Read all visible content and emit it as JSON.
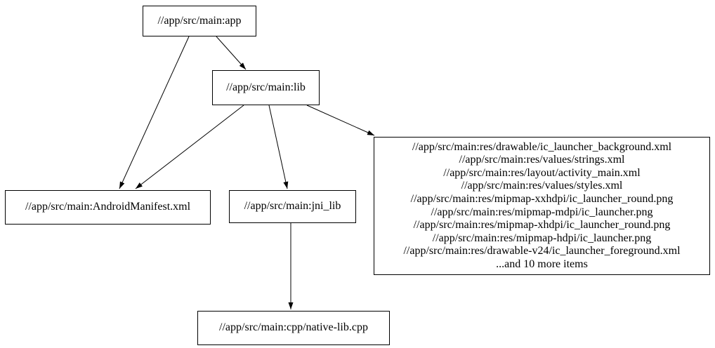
{
  "diagram": {
    "type": "dependency-graph",
    "colors": {
      "background": "#ffffff",
      "node_border": "#000000",
      "text": "#000000",
      "edge": "#000000"
    },
    "nodes": [
      {
        "id": "app",
        "label": "//app/src/main:app"
      },
      {
        "id": "lib",
        "label": "//app/src/main:lib"
      },
      {
        "id": "android_manifest",
        "label": "//app/src/main:AndroidManifest.xml"
      },
      {
        "id": "jni_lib",
        "label": "//app/src/main:jni_lib"
      },
      {
        "id": "res_group",
        "lines": [
          "//app/src/main:res/drawable/ic_launcher_background.xml",
          "//app/src/main:res/values/strings.xml",
          "//app/src/main:res/layout/activity_main.xml",
          "//app/src/main:res/values/styles.xml",
          "//app/src/main:res/mipmap-xxhdpi/ic_launcher_round.png",
          "//app/src/main:res/mipmap-mdpi/ic_launcher.png",
          "//app/src/main:res/mipmap-xhdpi/ic_launcher_round.png",
          "//app/src/main:res/mipmap-hdpi/ic_launcher.png",
          "//app/src/main:res/drawable-v24/ic_launcher_foreground.xml",
          "...and 10 more items"
        ]
      },
      {
        "id": "native_lib_cpp",
        "label": "//app/src/main:cpp/native-lib.cpp"
      }
    ],
    "edges": [
      {
        "from": "app",
        "to": "lib"
      },
      {
        "from": "app",
        "to": "android_manifest"
      },
      {
        "from": "lib",
        "to": "android_manifest"
      },
      {
        "from": "lib",
        "to": "jni_lib"
      },
      {
        "from": "lib",
        "to": "res_group"
      },
      {
        "from": "jni_lib",
        "to": "native_lib_cpp"
      }
    ]
  }
}
